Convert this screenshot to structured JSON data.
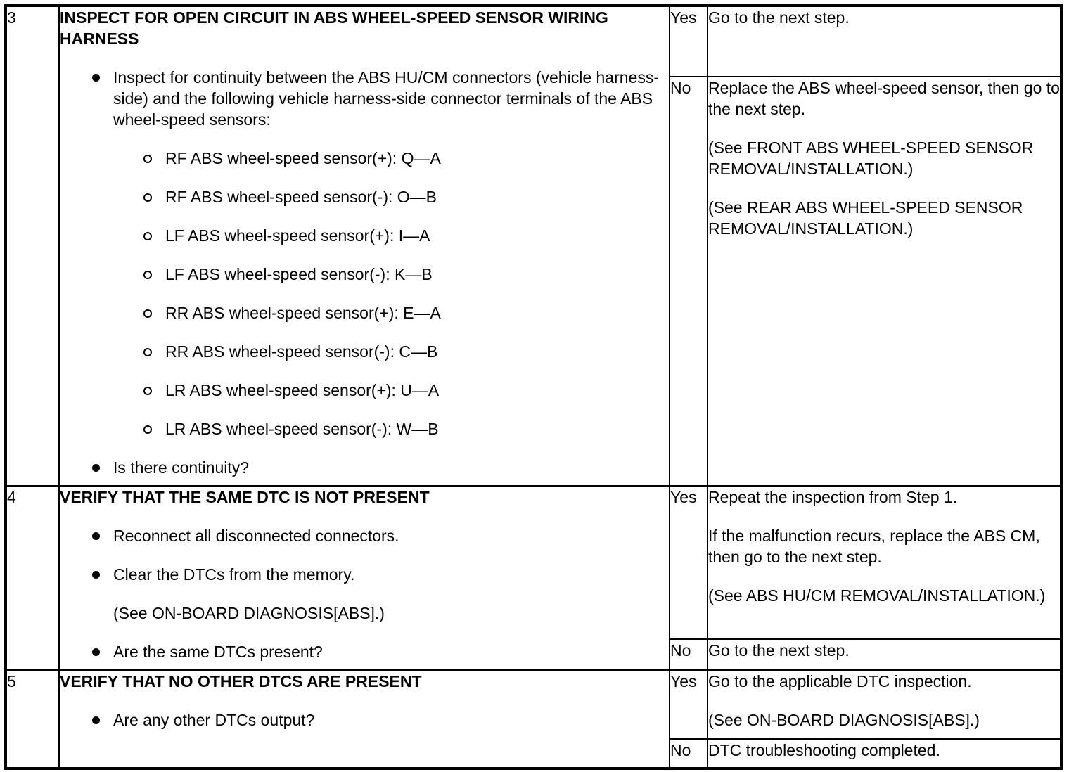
{
  "steps": [
    {
      "number": "3",
      "title": "INSPECT FOR OPEN CIRCUIT IN ABS WHEEL-SPEED SENSOR WIRING HARNESS",
      "bullet1": "Inspect for continuity between the ABS HU/CM connectors (vehicle harness-side) and the following vehicle harness-side connector terminals of the ABS wheel-speed sensors:",
      "subitems": [
        "RF ABS wheel-speed sensor(+): Q—A",
        "RF ABS wheel-speed sensor(-): O—B",
        "LF ABS wheel-speed sensor(+): I—A",
        "LF ABS wheel-speed sensor(-): K—B",
        "RR ABS wheel-speed sensor(+): E—A",
        "RR ABS wheel-speed sensor(-): C—B",
        "LR ABS wheel-speed sensor(+): U—A",
        "LR ABS wheel-speed sensor(-): W—B"
      ],
      "question": "Is there continuity?",
      "yes_label": "Yes",
      "yes_action": "Go to the next step.",
      "no_label": "No",
      "no_action": [
        "Replace the ABS wheel-speed sensor, then go to the next step.",
        "(See FRONT ABS WHEEL-SPEED SENSOR REMOVAL/INSTALLATION.)",
        "(See REAR ABS WHEEL-SPEED SENSOR REMOVAL/INSTALLATION.)"
      ]
    },
    {
      "number": "4",
      "title": "VERIFY THAT THE SAME DTC IS NOT PRESENT",
      "bullet1": "Reconnect all disconnected connectors.",
      "bullet2": "Clear the DTCs from the memory.",
      "note": "(See ON-BOARD DIAGNOSIS[ABS].)",
      "question": "Are the same DTCs present?",
      "yes_label": "Yes",
      "yes_action": [
        "Repeat the inspection from Step 1.",
        "If the malfunction recurs, replace the ABS CM, then go to the next step.",
        "(See ABS HU/CM REMOVAL/INSTALLATION.)"
      ],
      "no_label": "No",
      "no_action": "Go to the next step."
    },
    {
      "number": "5",
      "title": "VERIFY THAT NO OTHER DTCS ARE PRESENT",
      "question": "Are any other DTCs output?",
      "yes_label": "Yes",
      "yes_action": [
        "Go to the applicable DTC inspection.",
        "(See ON-BOARD DIAGNOSIS[ABS].)"
      ],
      "no_label": "No",
      "no_action": "DTC troubleshooting completed."
    }
  ]
}
